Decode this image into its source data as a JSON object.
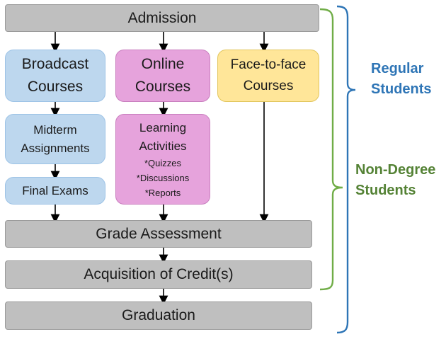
{
  "nodes": {
    "admission": "Admission",
    "broadcast": [
      "Broadcast",
      "Courses"
    ],
    "online": [
      "Online",
      "Courses"
    ],
    "face": [
      "Face-to-face",
      "Courses"
    ],
    "midterm": [
      "Midterm",
      "Assignments"
    ],
    "final_exams": "Final Exams",
    "learning": [
      "Learning",
      "Activities"
    ],
    "learning_items": [
      "*Quizzes",
      "*Discussions",
      "*Reports"
    ],
    "grade": "Grade Assessment",
    "credit": "Acquisition of Credit(s)",
    "graduation": "Graduation"
  },
  "groups": {
    "regular": [
      "Regular",
      "Students"
    ],
    "non_degree": [
      "Non-Degree",
      "Students"
    ]
  },
  "colors": {
    "gray_box": "#bfbfbf",
    "blue_box": "#bdd7ee",
    "pink_box": "#e6a3dc",
    "yellow_box": "#ffe699",
    "regular_bracket": "#2e75b6",
    "non_degree_bracket": "#70ad47"
  }
}
